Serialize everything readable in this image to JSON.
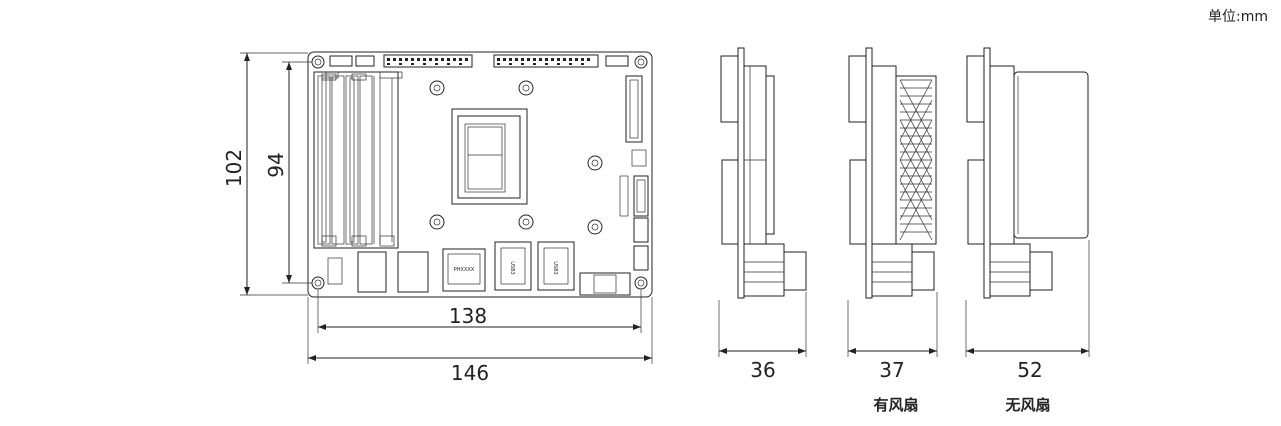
{
  "unit_label": "单位:mm",
  "front_view": {
    "height_outer": "102",
    "height_inner": "94",
    "width_inner": "138",
    "width_outer": "146",
    "chip_label": "PHXXXX",
    "port_label_1": "USB3",
    "port_label_2": "USB3"
  },
  "side_views": [
    {
      "dimension": "36",
      "caption": ""
    },
    {
      "dimension": "37",
      "caption": "有风扇"
    },
    {
      "dimension": "52",
      "caption": "无风扇"
    }
  ]
}
